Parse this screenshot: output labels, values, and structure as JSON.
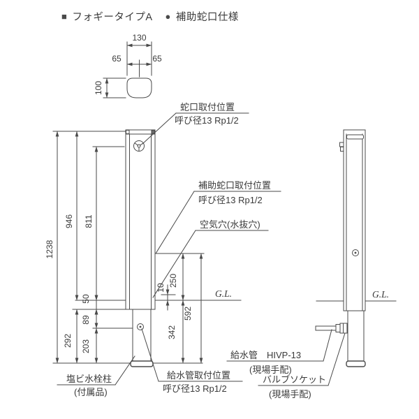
{
  "header": {
    "square_marker": "■",
    "title_type": "フォギータイプA",
    "circle_marker": "●",
    "title_spec": "補助蛇口仕様"
  },
  "top_view": {
    "width": "130",
    "half_left": "65",
    "half_right": "65",
    "depth": "100"
  },
  "dimensions": {
    "total": "1238",
    "above_ground": "946",
    "faucet_height": "811",
    "gl_to_joint": "50",
    "joint_to_inlet": "89",
    "buried_pipe": "292",
    "inlet_to_bottom": "203",
    "air_hole_height": "10",
    "aux_faucet_height": "250",
    "aux_to_bottom": "592",
    "gl_to_bottom": "342"
  },
  "labels": {
    "ground_level_front": "G.L.",
    "ground_level_side": "G.L."
  },
  "callouts": {
    "faucet_position": "蛇口取付位置",
    "faucet_size": "呼び径13 Rp1/2",
    "aux_faucet_position": "補助蛇口取付位置",
    "aux_faucet_size": "呼び径13 Rp1/2",
    "air_hole": "空気穴(水抜穴)",
    "supply_mount_position": "給水管取付位置",
    "supply_mount_size": "呼び径13 Rp1/2",
    "pvc_post": "塩ビ水栓柱",
    "pvc_post_note": "(付属品)",
    "supply_pipe": "給水管　HIVP-13",
    "supply_pipe_note": "(現場手配)",
    "valve_socket": "バルブソケット",
    "valve_socket_note": "(現場手配)"
  },
  "colors": {
    "line": "#4a4a4a",
    "text": "#3a3a3a",
    "background": "#ffffff"
  }
}
